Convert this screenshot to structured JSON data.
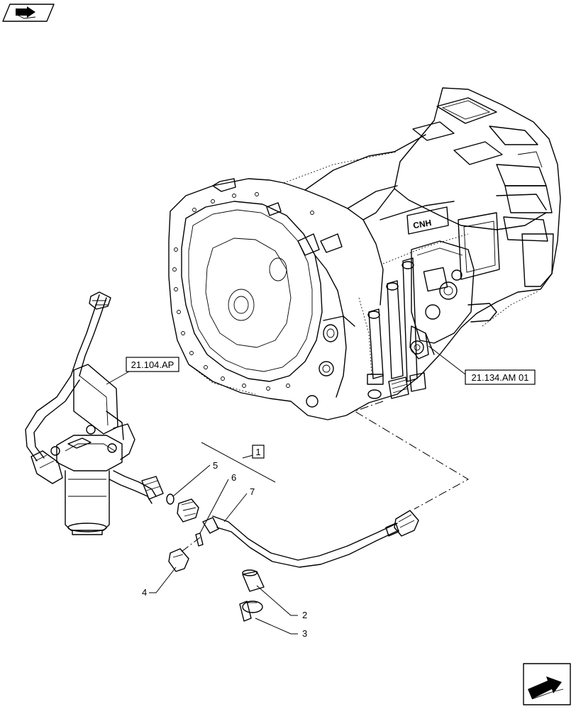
{
  "references": {
    "filter_ref": "21.104.AP",
    "valve_ref": "21.134.AM 01"
  },
  "group_label": "1",
  "parts": [
    {
      "id": "p2",
      "label": "2"
    },
    {
      "id": "p3",
      "label": "3"
    },
    {
      "id": "p4",
      "label": "4"
    },
    {
      "id": "p5",
      "label": "5"
    },
    {
      "id": "p6",
      "label": "6"
    },
    {
      "id": "p7",
      "label": "7"
    }
  ],
  "logo_text": "CNH",
  "icons": {
    "top_left": "book-arrow-icon",
    "bottom_right": "next-page-arrow-icon"
  }
}
